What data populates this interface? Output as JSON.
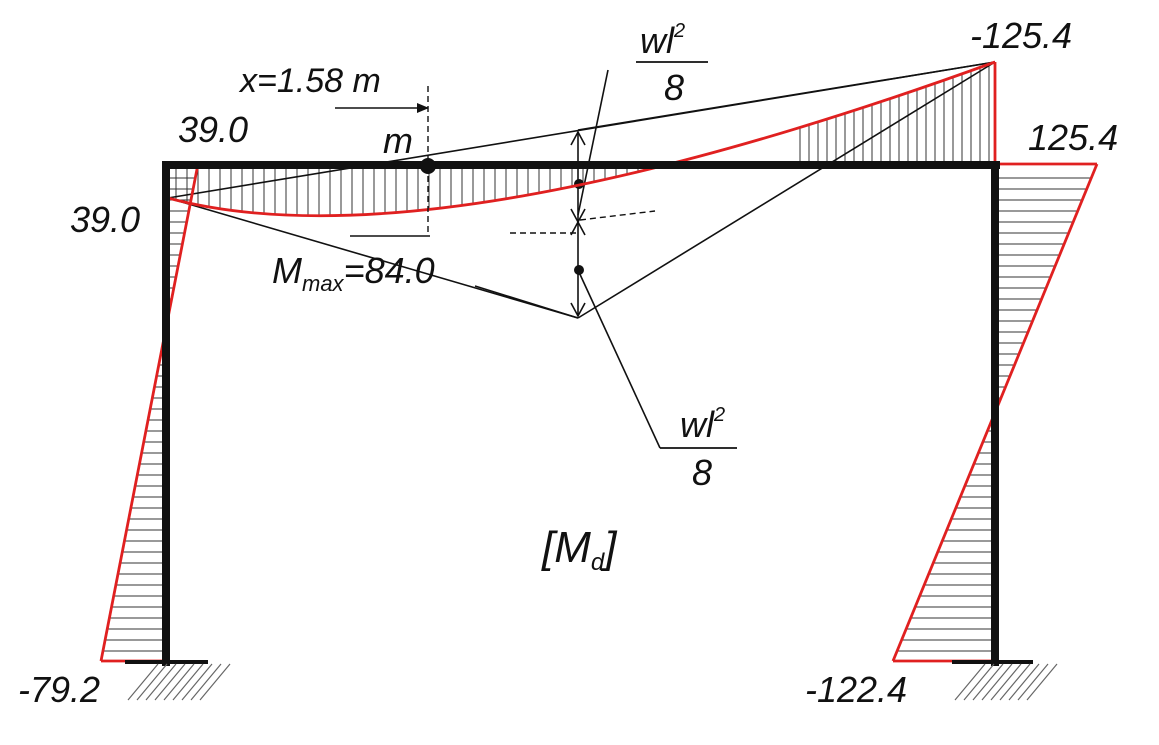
{
  "diagram": {
    "title": {
      "bracket_open": "[",
      "main": "M",
      "sub": "d",
      "bracket_close": "]"
    },
    "labels": {
      "top_right_corner": "-125.4",
      "right_column_top": "125.4",
      "left_beam_end": "39.0",
      "left_column_top": "39.0",
      "left_column_base": "-79.2",
      "right_column_base": "-122.4",
      "x_position": "x=1.58 m",
      "point_m": "m",
      "mmax_main": "M",
      "mmax_sub": "max",
      "mmax_value": "=84.0"
    },
    "formula_top": {
      "numerator": "wl",
      "exponent": "2",
      "denominator": "8"
    },
    "formula_bottom": {
      "numerator": "wl",
      "exponent": "2",
      "denominator": "8"
    },
    "colors": {
      "frame": "#111111",
      "moment_diagram": "#e02020",
      "hatching": "#333333",
      "construction_lines": "#111111"
    }
  }
}
